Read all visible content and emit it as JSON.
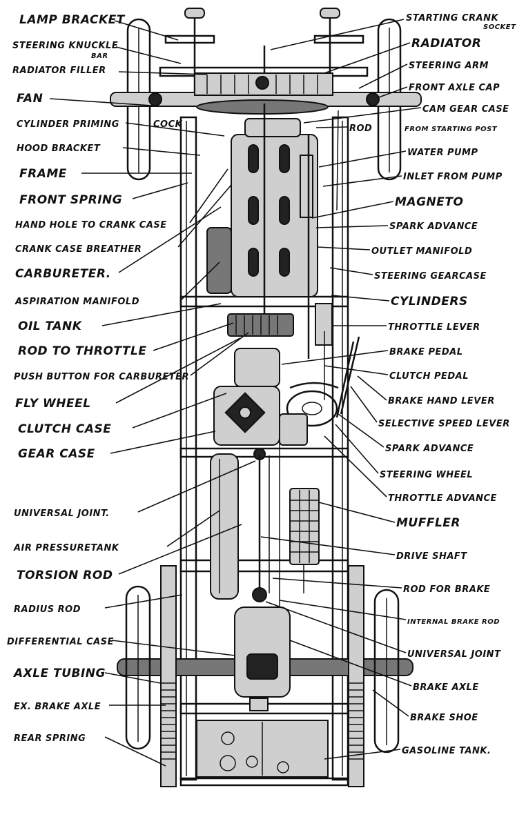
{
  "labels": {
    "left": [
      {
        "key": "lamp_bracket",
        "parts": [
          "LAMP",
          "BRACKET"
        ]
      },
      {
        "key": "steering_knuckle_bar",
        "parts": [
          "STEERING KNUCKLE",
          "BAR"
        ]
      },
      {
        "key": "radiator_filler",
        "parts": [
          "RADIATOR FILLER"
        ]
      },
      {
        "key": "fan",
        "parts": [
          "FAN"
        ]
      },
      {
        "key": "cylinder_priming_cock",
        "parts": [
          "CYLINDER PRIMING",
          "COCK"
        ]
      },
      {
        "key": "hood_bracket",
        "parts": [
          "HOOD BRACKET"
        ]
      },
      {
        "key": "frame",
        "parts": [
          "FRAME"
        ]
      },
      {
        "key": "front_spring",
        "parts": [
          "FRONT SPRING"
        ]
      },
      {
        "key": "hand_hole",
        "parts": [
          "HAND HOLE TO CRANK CASE"
        ]
      },
      {
        "key": "crank_case_breather",
        "parts": [
          "CRANK CASE BREATHER"
        ]
      },
      {
        "key": "carbureter",
        "parts": [
          "CARBURETER."
        ]
      },
      {
        "key": "aspiration_manifold",
        "parts": [
          "ASPIRATION MANIFOLD"
        ]
      },
      {
        "key": "oil_tank",
        "parts": [
          "OIL TANK"
        ]
      },
      {
        "key": "rod_to_throttle",
        "parts": [
          "ROD TO THROTTLE"
        ]
      },
      {
        "key": "push_button",
        "parts": [
          "PUSH BUTTON",
          "FOR CARBURETER"
        ]
      },
      {
        "key": "fly_wheel",
        "parts": [
          "FLY WHEEL"
        ]
      },
      {
        "key": "clutch_case",
        "parts": [
          "CLUTCH CASE"
        ]
      },
      {
        "key": "gear_case",
        "parts": [
          "GEAR CASE"
        ]
      },
      {
        "key": "universal_joint_1",
        "parts": [
          "UNIVERSAL JOINT."
        ]
      },
      {
        "key": "air_pressure_tank",
        "parts": [
          "AIR PRESSURETANK"
        ]
      },
      {
        "key": "torsion_rod",
        "parts": [
          "TORSION ROD"
        ]
      },
      {
        "key": "radius_rod",
        "parts": [
          "RADIUS ROD"
        ]
      },
      {
        "key": "differential_case",
        "parts": [
          "DIFFERENTIAL CASE"
        ]
      },
      {
        "key": "axle_tubing",
        "parts": [
          "AXLE TUBING"
        ]
      },
      {
        "key": "ex_brake_axle",
        "parts": [
          "EX. BRAKE AXLE"
        ]
      },
      {
        "key": "rear_spring",
        "parts": [
          "REAR SPRING"
        ]
      }
    ],
    "right": [
      {
        "key": "starting_crank_socket",
        "parts": [
          "STARTING CRANK",
          "SOCKET"
        ]
      },
      {
        "key": "radiator",
        "parts": [
          "RADIATOR"
        ]
      },
      {
        "key": "steering_arm",
        "parts": [
          "STEERING ARM"
        ]
      },
      {
        "key": "front_axle_cap",
        "parts": [
          "FRONT AXLE CAP"
        ]
      },
      {
        "key": "cam_gear_case",
        "parts": [
          "CAM GEAR CASE"
        ]
      },
      {
        "key": "rod_from_starting_post",
        "parts": [
          "ROD",
          "FROM STARTING POST"
        ]
      },
      {
        "key": "water_pump",
        "parts": [
          "WATER PUMP"
        ]
      },
      {
        "key": "inlet_from_pump",
        "parts": [
          "INLET FROM PUMP"
        ]
      },
      {
        "key": "magneto",
        "parts": [
          "MAGNETO"
        ]
      },
      {
        "key": "spark_advance_1",
        "parts": [
          "SPARK ADVANCE"
        ]
      },
      {
        "key": "outlet_manifold",
        "parts": [
          "OUTLET MANIFOLD"
        ]
      },
      {
        "key": "steering_gearcase",
        "parts": [
          "STEERING GEARCASE"
        ]
      },
      {
        "key": "cylinders",
        "parts": [
          "CYLINDERS"
        ]
      },
      {
        "key": "throttle_lever",
        "parts": [
          "THROTTLE LEVER"
        ]
      },
      {
        "key": "brake_pedal",
        "parts": [
          "BRAKE PEDAL"
        ]
      },
      {
        "key": "clutch_pedal",
        "parts": [
          "CLUTCH PEDAL"
        ]
      },
      {
        "key": "brake_hand_lever",
        "parts": [
          "BRAKE HAND LEVER"
        ]
      },
      {
        "key": "selective_speed_lever",
        "parts": [
          "SELECTIVE SPEED LEVER"
        ]
      },
      {
        "key": "spark_advance_2",
        "parts": [
          "SPARK ADVANCE"
        ]
      },
      {
        "key": "steering_wheel",
        "parts": [
          "STEERING WHEEL"
        ]
      },
      {
        "key": "throttle_advance",
        "parts": [
          "THROTTLE ADVANCE"
        ]
      },
      {
        "key": "muffler",
        "parts": [
          "MUFFLER"
        ]
      },
      {
        "key": "drive_shaft",
        "parts": [
          "DRIVE SHAFT"
        ]
      },
      {
        "key": "rod_for_brake",
        "parts": [
          "ROD",
          "FOR BRAKE"
        ]
      },
      {
        "key": "internal_brake_rod",
        "parts": [
          "INTERNAL",
          "BRAKE ROD"
        ]
      },
      {
        "key": "universal_joint_2",
        "parts": [
          "UNIVERSAL JOINT"
        ]
      },
      {
        "key": "brake_axle",
        "parts": [
          "BRAKE AXLE"
        ]
      },
      {
        "key": "brake_shoe",
        "parts": [
          "BRAKE SHOE"
        ]
      },
      {
        "key": "gasoline_tank",
        "parts": [
          "GASOLINE TANK."
        ]
      }
    ]
  }
}
